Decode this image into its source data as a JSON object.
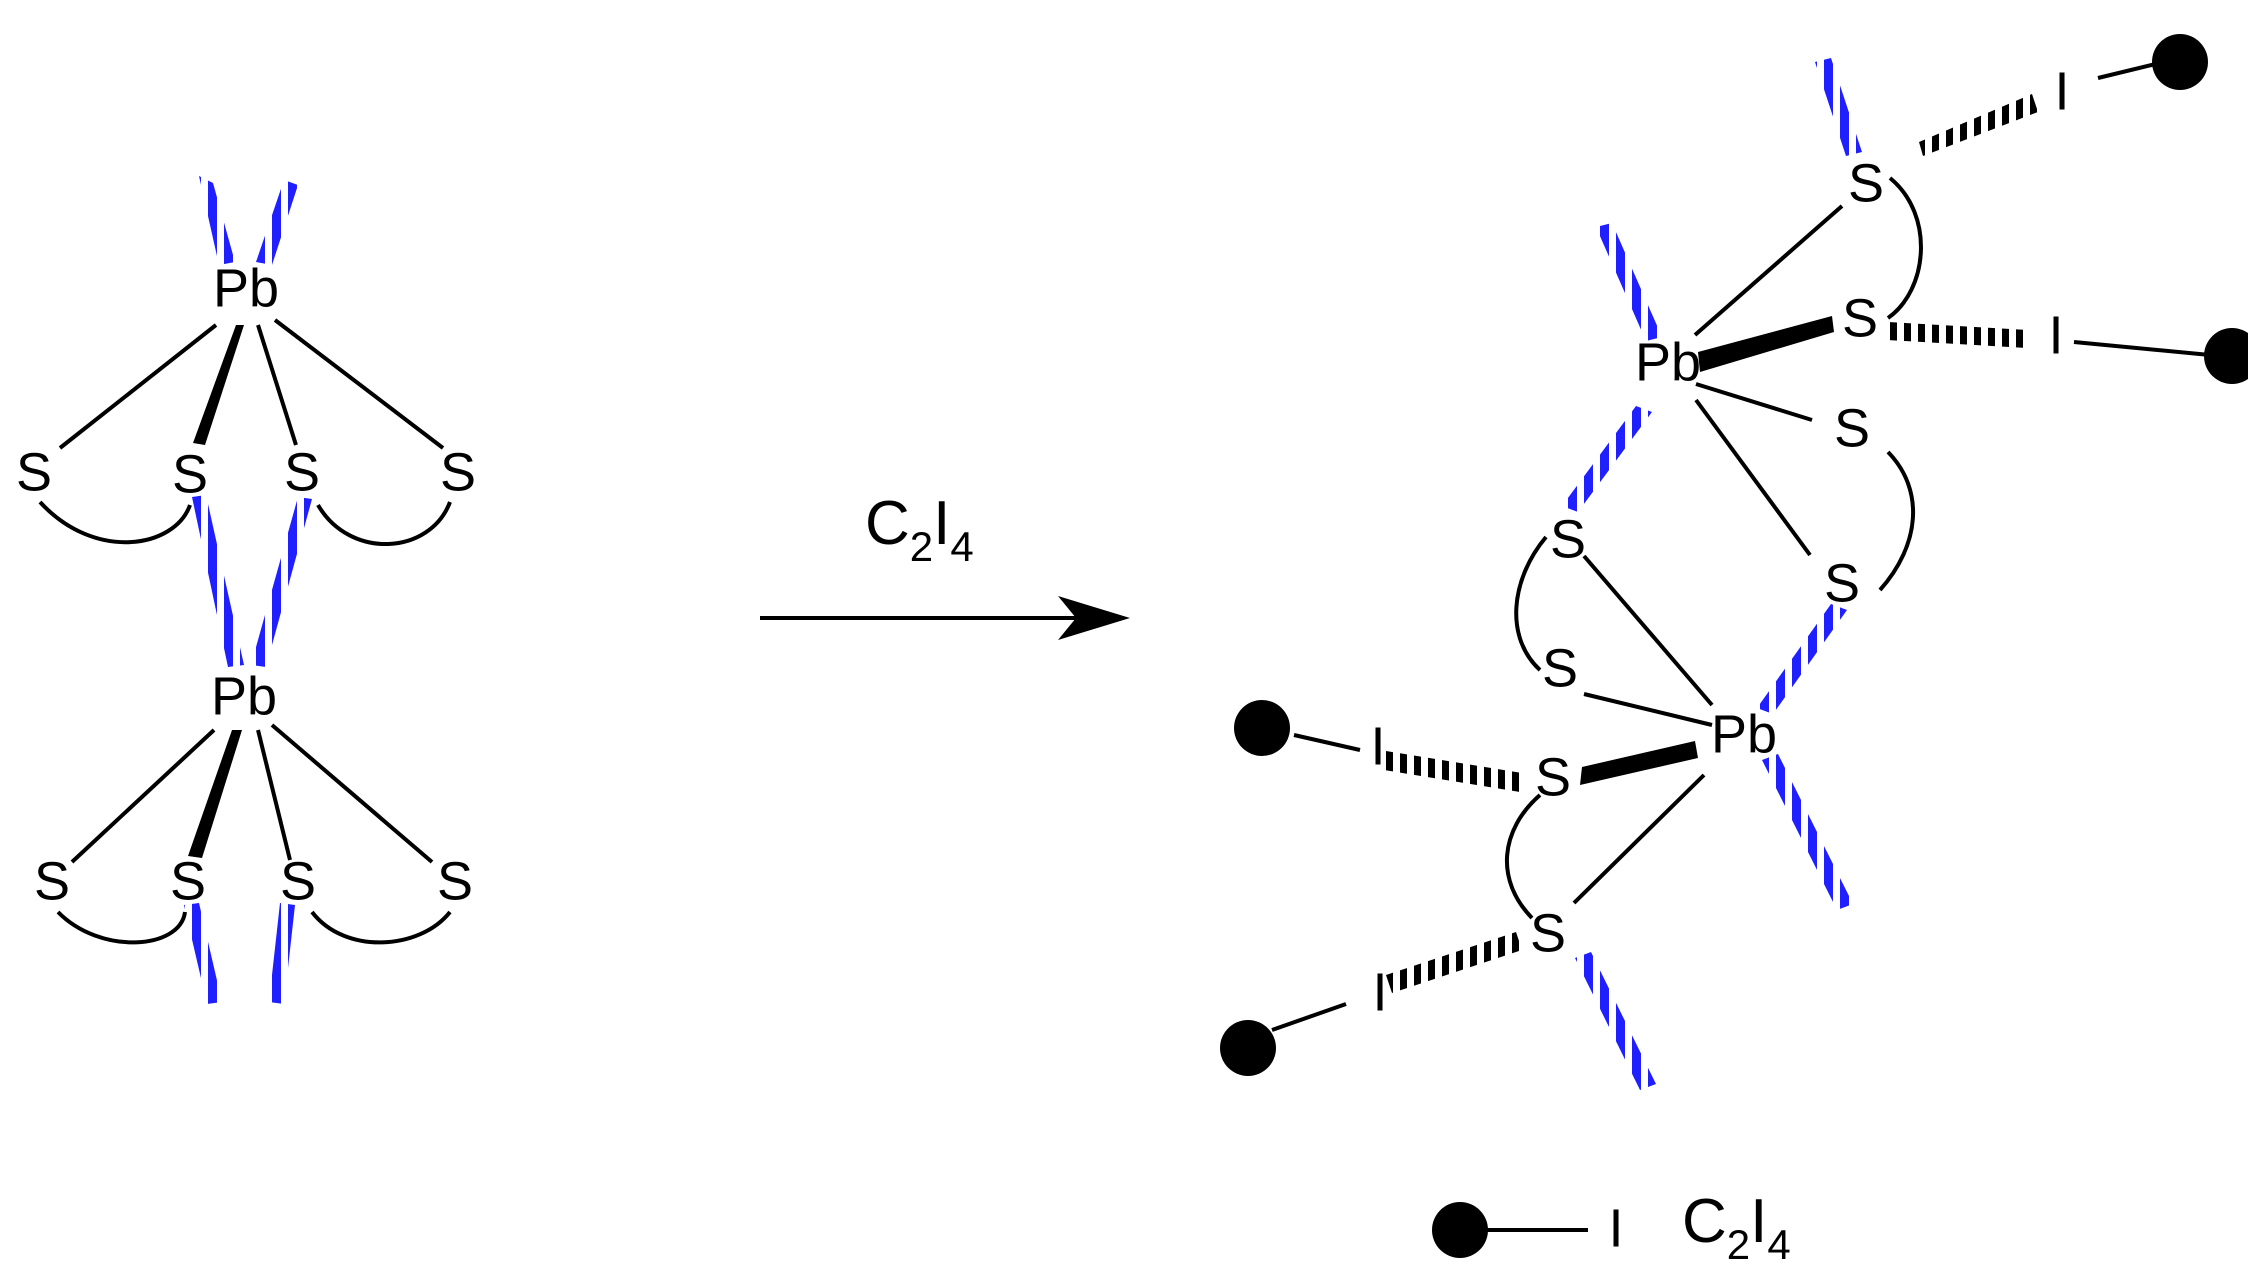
{
  "colors": {
    "bond": "#000000",
    "contact": "#1f1fff",
    "background": "#ffffff"
  },
  "atoms": {
    "lead": "Pb",
    "sulfur": "S",
    "iodine": "I"
  },
  "reagent": {
    "main": "C",
    "sub1": "2",
    "mid": "I",
    "sub2": "4"
  },
  "legend": {
    "atom": "I",
    "main": "C",
    "sub1": "2",
    "mid": "I",
    "sub2": "4"
  }
}
